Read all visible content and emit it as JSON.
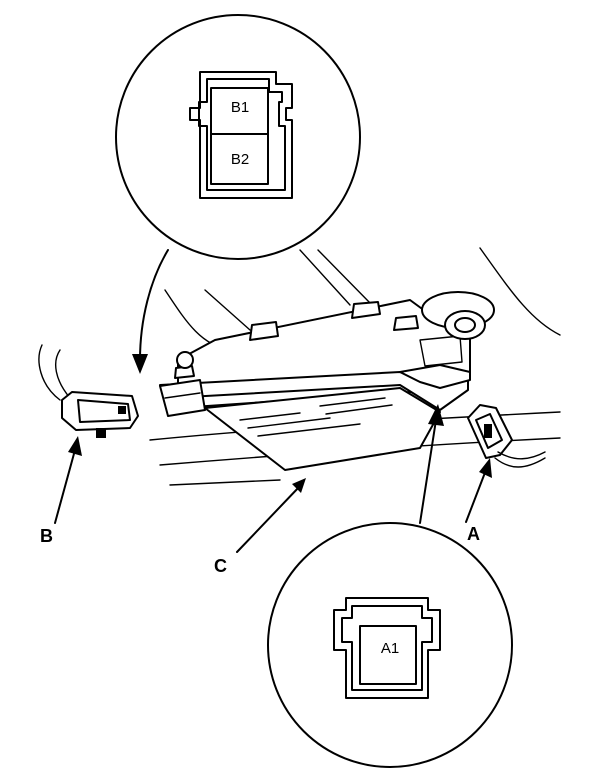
{
  "diagram": {
    "callouts": {
      "a": "A",
      "b": "B",
      "c": "C"
    },
    "pins": {
      "b1": "B1",
      "b2": "B2",
      "a1": "A1"
    }
  }
}
